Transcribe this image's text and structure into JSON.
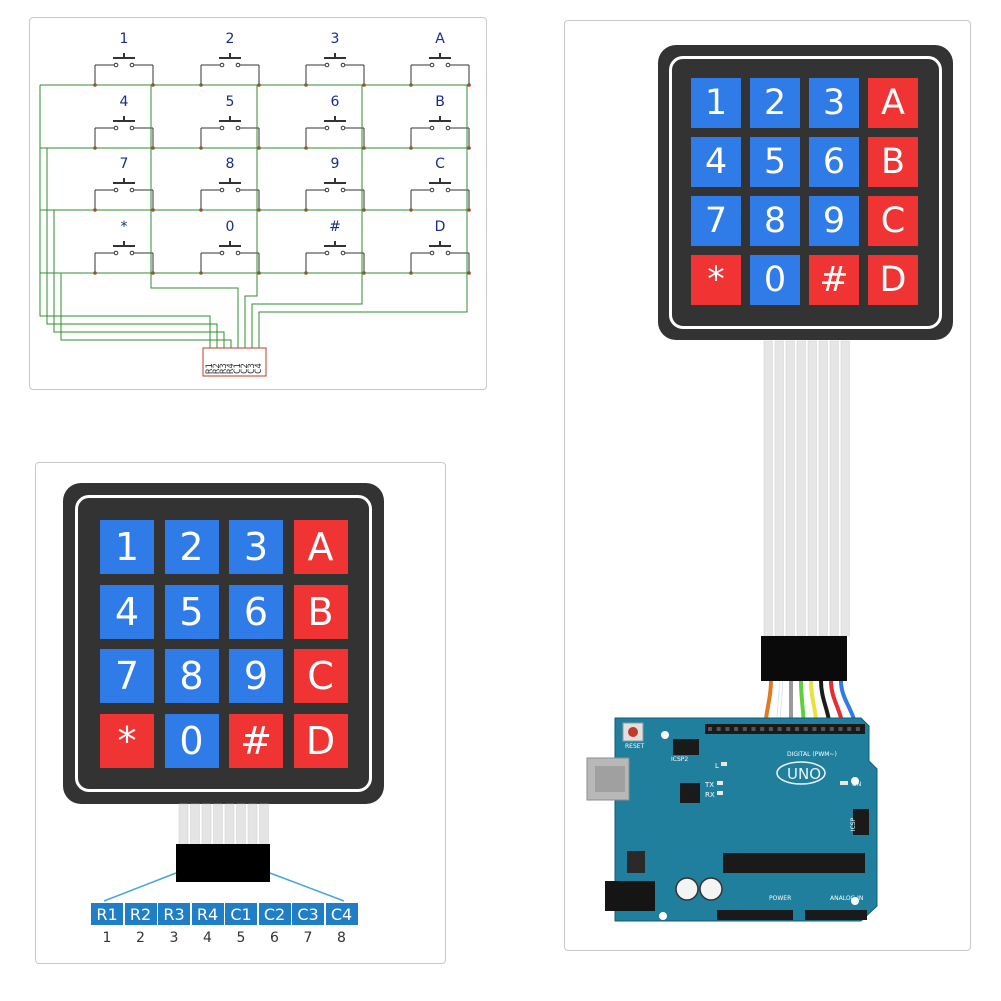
{
  "keypad": {
    "rows": [
      [
        "1",
        "2",
        "3",
        "A"
      ],
      [
        "4",
        "5",
        "6",
        "B"
      ],
      [
        "7",
        "8",
        "9",
        "C"
      ],
      [
        "*",
        "0",
        "#",
        "D"
      ]
    ],
    "key_colors": [
      [
        "blue",
        "blue",
        "blue",
        "red"
      ],
      [
        "blue",
        "blue",
        "blue",
        "red"
      ],
      [
        "blue",
        "blue",
        "blue",
        "red"
      ],
      [
        "red",
        "blue",
        "red",
        "red"
      ]
    ]
  },
  "schematic": {
    "key_labels": [
      [
        "1",
        "2",
        "3",
        "A"
      ],
      [
        "4",
        "5",
        "6",
        "B"
      ],
      [
        "7",
        "8",
        "9",
        "C"
      ],
      [
        "*",
        "0",
        "#",
        "D"
      ]
    ],
    "pins": [
      "R1",
      "R2",
      "R3",
      "R4",
      "C1",
      "C2",
      "C3",
      "C4"
    ]
  },
  "pinout": {
    "labels": [
      "R1",
      "R2",
      "R3",
      "R4",
      "C1",
      "C2",
      "C3",
      "C4"
    ],
    "numbers": [
      "1",
      "2",
      "3",
      "4",
      "5",
      "6",
      "7",
      "8"
    ]
  },
  "arduino": {
    "board_name": "UNO",
    "reset_label": "RESET",
    "icsp2_label": "ICSP2",
    "icsp_label": "ICSP",
    "digital_label": "DIGITAL (PWM~)",
    "power_label": "POWER",
    "analog_label": "ANALOG IN",
    "led_labels": [
      "L",
      "TX",
      "RX"
    ],
    "on_label": "ON",
    "wire_colors": [
      "#e07b24",
      "#ffffff",
      "#9a9a9a",
      "#5fcf3a",
      "#e8e23a",
      "#1c1c1c",
      "#e23030",
      "#2f7be8"
    ]
  },
  "colors": {
    "key_blue": "#2f7be8",
    "key_red": "#f03434",
    "keypad_body": "#333333",
    "board_teal": "#1f7f9c",
    "wire_green": "#2f8f2f",
    "pin_blue": "#1f7ec6"
  }
}
